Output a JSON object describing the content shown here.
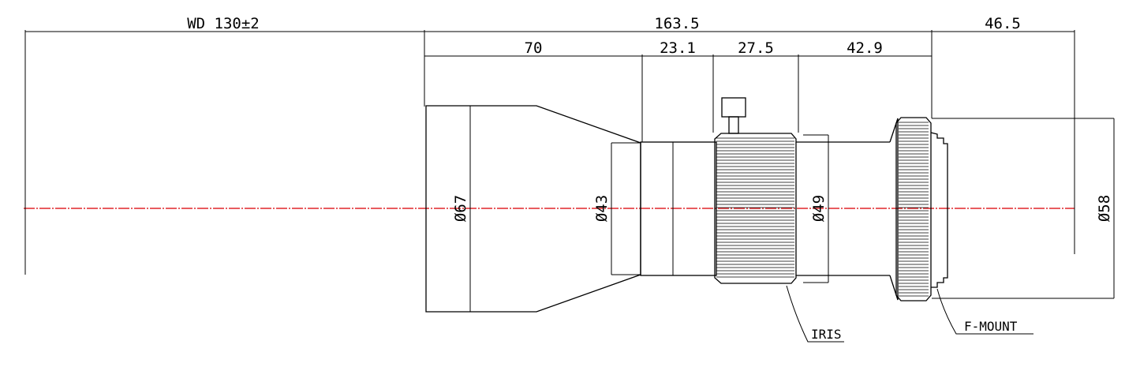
{
  "dimensions": {
    "working_distance": "WD 130±2",
    "total_length": "163.5",
    "flange_back": "46.5",
    "front_section": "70",
    "second_section": "23.1",
    "iris_section": "27.5",
    "rear_section": "42.9"
  },
  "diameters": {
    "front": "Ø67",
    "barrel": "Ø43",
    "iris_ring": "Ø49",
    "mount": "Ø58"
  },
  "labels": {
    "iris": "IRIS",
    "mount": "F-MOUNT"
  },
  "colors": {
    "lines": "#000000",
    "optical_axis": "#e0262a"
  }
}
